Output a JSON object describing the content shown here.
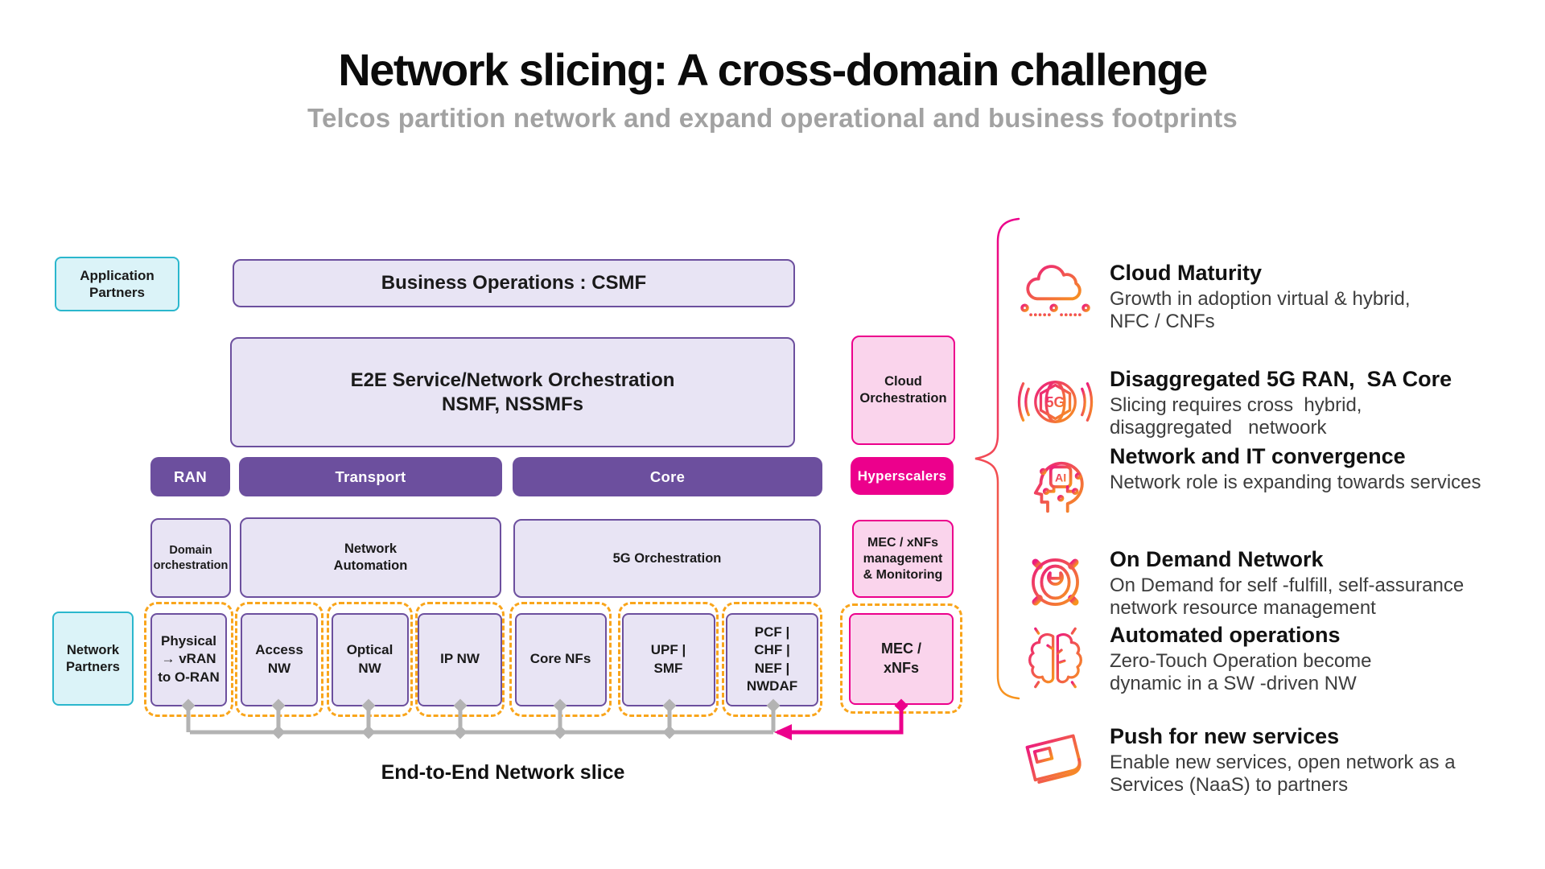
{
  "title": "Network slicing: A cross-domain challenge",
  "subtitle": "Telcos partition network and expand operational and business footprints",
  "colors": {
    "purple": "#6C4F9E",
    "lavender": "#E8E4F4",
    "magenta": "#EC008C",
    "pink": "#FAD4EC",
    "cyan": "#2BB7CD",
    "cyan_light": "#DBF3F8",
    "orange": "#F9A51B",
    "gray_line": "#B3B3B3",
    "title_text": "#0B0B0B",
    "subtitle_text": "#A2A2A2",
    "desc_text": "#3D3D3D",
    "grad_start": "#EC1C7E",
    "grad_end": "#F7941E"
  },
  "diagram": {
    "application_partners": "Application\nPartners",
    "business_operations": "Business Operations : CSMF",
    "e2e_orchestration": "E2E Service/Network Orchestration\nNSMF, NSSMFs",
    "cloud_orchestration": "Cloud\nOrchestration",
    "layers": [
      "RAN",
      "Transport",
      "Core"
    ],
    "hyperscalers": "Hyperscalers",
    "domain_orchestration": "Domain\norchestration",
    "network_automation": "Network\nAutomation",
    "fiveg_orchestration": "5G Orchestration",
    "mec_management": "MEC / xNFs\nmanagement\n& Monitoring",
    "slice_boxes": [
      "Physical\n→ vRAN\nto O-RAN",
      "Access\nNW",
      "Optical\nNW",
      "IP NW",
      "Core NFs",
      "UPF |\nSMF",
      "PCF |\nCHF |\nNEF |\nNWDAF"
    ],
    "mec_xnfs": "MEC /\nxNFs",
    "network_partners": "Network\nPartners",
    "slice_label": "End-to-End Network slice"
  },
  "drivers": [
    {
      "icon": "cloud-icon",
      "title": "Cloud Maturity",
      "desc": "Growth in adoption virtual & hybrid,\nNFC / CNFs"
    },
    {
      "icon": "5g-network-icon",
      "title": "Disaggregated 5G RAN,  SA Core",
      "desc": "Slicing requires cross  hybrid,\ndisaggregated   netwoork"
    },
    {
      "icon": "ai-head-icon",
      "title": "Network and IT convergence",
      "desc": "Network role is expanding towards services"
    },
    {
      "icon": "gear-wrench-icon",
      "title": "On Demand Network",
      "desc": "On Demand for self -fulfill, self-assurance\nnetwork resource management"
    },
    {
      "icon": "brain-icon",
      "title": "Automated operations",
      "desc": "Zero-Touch Operation become\ndynamic in a SW -driven NW"
    },
    {
      "icon": "newspaper-icon",
      "title": "Push for new services",
      "desc": "Enable new services, open network as a\nServices (NaaS) to partners"
    }
  ]
}
